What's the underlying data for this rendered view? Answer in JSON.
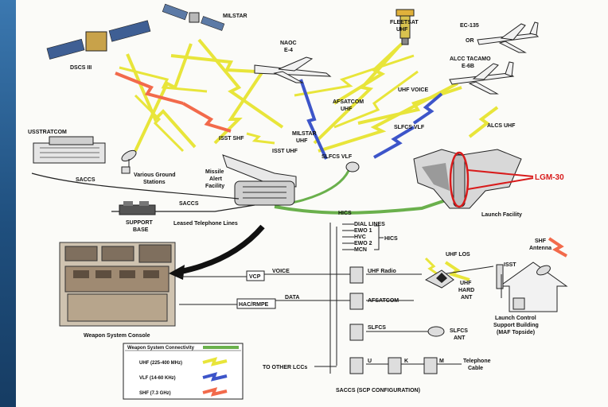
{
  "diagram": {
    "labels": {
      "milstar": "MILSTAR",
      "fleetsat": "FLEETSAT",
      "fleetsat_uhf": "UHF",
      "ec135": "EC-135",
      "or": "OR",
      "alcc": "ALCC TACAMO",
      "e6b": "E-6B",
      "dscs": "DSCS III",
      "naoc": "NAOC",
      "e4": "E-4",
      "uhf_voice": "UHF VOICE",
      "afsatcom": "AFSATCOM",
      "afsatcom_uhf": "UHF",
      "slfcs_vlf": "SLFCS VLF",
      "alcs_uhf": "ALCS UHF",
      "usstratcom": "USSTRATCOM",
      "isst_shf": "ISST SHF",
      "milstar_uhf1": "MILSTAR",
      "milstar_uhf2": "UHF",
      "isst_uhf": "ISST UHF",
      "slfcs_vlf2": "SLFCS VLF",
      "saccs1": "SACCS",
      "ground_stations1": "Various Ground",
      "ground_stations2": "Stations",
      "maf1": "Missile",
      "maf2": "Alert",
      "maf3": "Facility",
      "lgm30": "LGM-30",
      "launch_facility": "Launch Facility",
      "saccs2": "SACCS",
      "support1": "SUPPORT",
      "support2": "BASE",
      "leased_lines": "Leased Telephone Lines",
      "hics_top": "HICS",
      "dial_lines": "DIAL LINES",
      "ewo1": "EWO 1",
      "hvc": "HVC",
      "ewo2": "EWO 2",
      "mcn": "MCN",
      "hics_side": "HICS",
      "shf_antenna1": "SHF",
      "shf_antenna2": "Antenna",
      "uhf_los": "UHF LOS",
      "isst2": "ISST",
      "vcp": "VCP",
      "voice": "VOICE",
      "uhf_radio": "UHF Radio",
      "uhf_hard1": "UHF",
      "uhf_hard2": "HARD",
      "uhf_hard3": "ANT",
      "hac": "HAC/RMPE",
      "data": "DATA",
      "afsatcom2": "AFSATCOM",
      "lcsb1": "Launch Control",
      "lcsb2": "Support Building",
      "lcsb3": "(MAF Topside)",
      "console": "Weapon System Console",
      "slfcs2": "SLFCS",
      "slfcs_ant1": "SLFCS",
      "slfcs_ant2": "ANT",
      "to_other": "TO OTHER LCCs",
      "u": "U",
      "k": "K",
      "m": "M",
      "tel1": "Telephone",
      "tel2": "Cable",
      "saccs_scp": "SACCS (SCP CONFIGURATION)"
    },
    "legend": [
      {
        "label": "Weapon System Connectivity",
        "color": "#6ab04c"
      },
      {
        "label": "UHF (225-400 MHz)",
        "color": "#e8e53a"
      },
      {
        "label": "VLF (14-60 KHz)",
        "color": "#3d55c9"
      },
      {
        "label": "SHF (7.3 GHz)",
        "color": "#f26a4b"
      }
    ],
    "colors": {
      "uhf": "#e8e53a",
      "vlf": "#3d55c9",
      "shf": "#f26a4b",
      "wsc": "#6ab04c",
      "highlight": "#d81b1b"
    }
  }
}
